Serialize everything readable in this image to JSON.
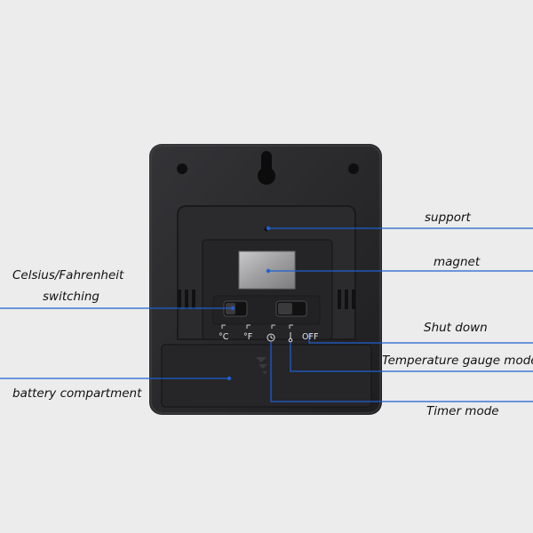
{
  "labels": {
    "support": "support",
    "magnet": "magnet",
    "celsius_line1": "Celsius/Fahrenheit",
    "celsius_line2": "switching",
    "shut_down": "Shut down",
    "temp_mode": "Temperature gauge mode",
    "battery": "battery compartment",
    "timer": "Timer mode"
  },
  "switch_marks": {
    "celsius": "°C",
    "fahrenheit": "°F",
    "off": "OFF"
  },
  "colors": {
    "background": "#ececec",
    "device_body": "#2a2a2c",
    "leader_line": "#1f5fd0",
    "label_text": "#111111"
  },
  "icons": {
    "timer": "clock-icon",
    "temperature": "thermometer-icon"
  }
}
